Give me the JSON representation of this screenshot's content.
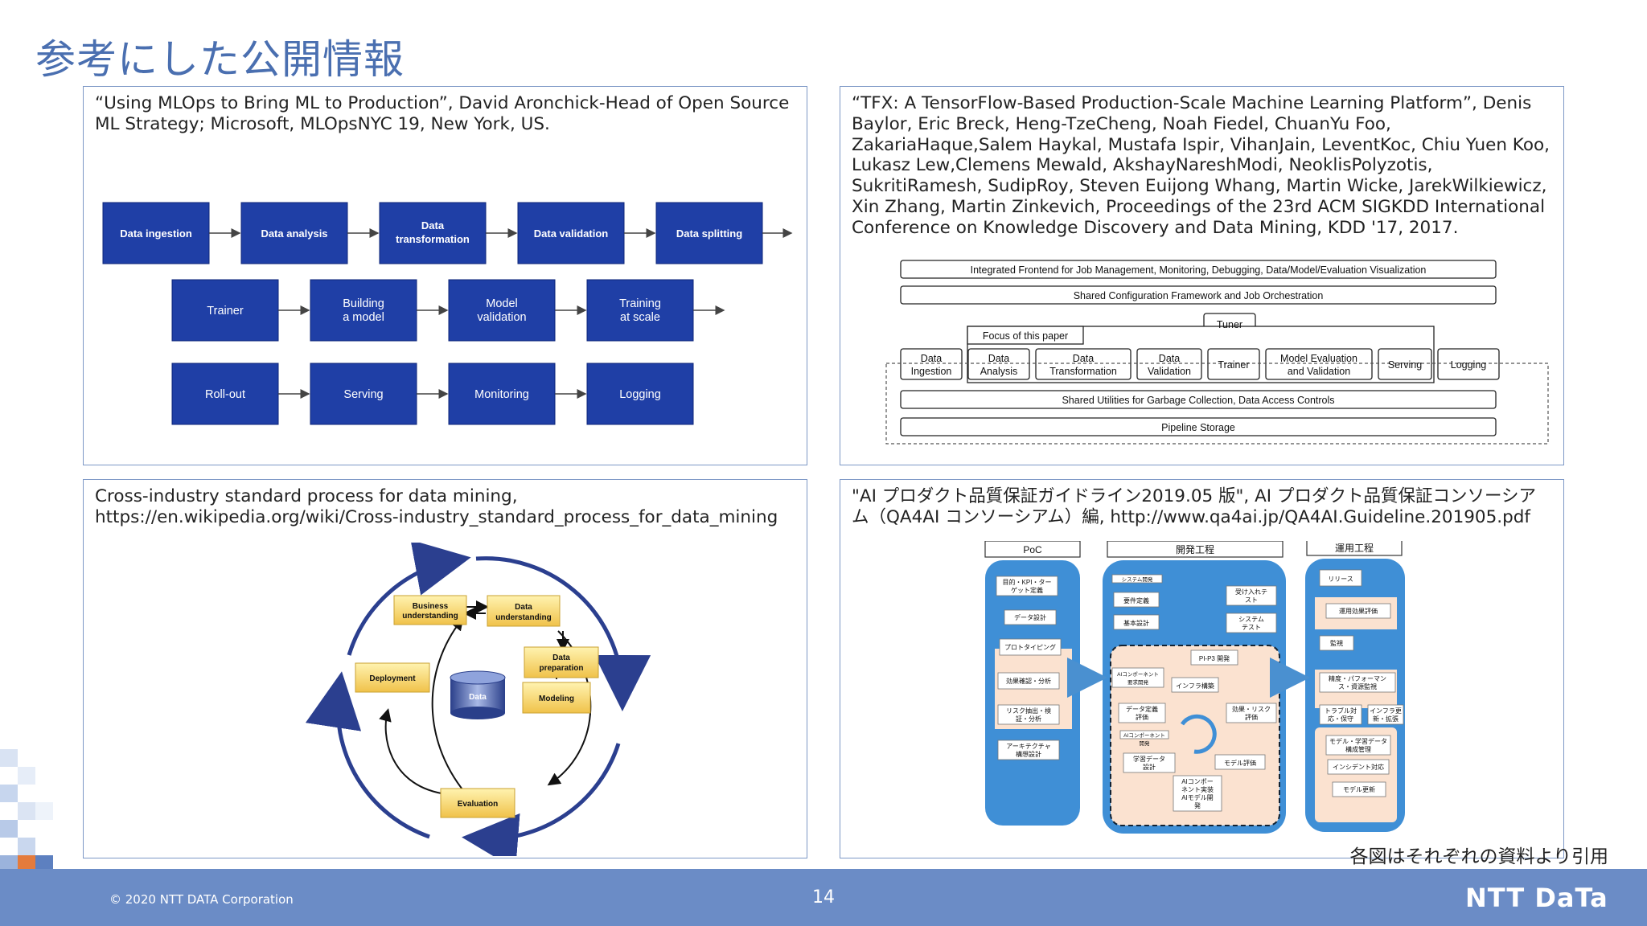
{
  "page": {
    "title": "参考にした公開情報",
    "footer_copyright": "© 2020 NTT DATA Corporation",
    "page_number": "14",
    "logo_text": "NTT DaTa",
    "note": "各図はそれぞれの資料より引用"
  },
  "panels": {
    "mlops": {
      "citation": "“Using MLOps to Bring ML to Production”, David Aronchick-Head of Open Source ML Strategy; Microsoft, MLOpsNYC 19, New York, US.",
      "row1": [
        "Data ingestion",
        "Data analysis",
        "Data",
        "transformation",
        "Data validation",
        "Data splitting"
      ],
      "row2": [
        "Trainer",
        "Building",
        "a model",
        "Model",
        "validation",
        "Training",
        "at scale"
      ],
      "row3": [
        "Roll-out",
        "Serving",
        "Monitoring",
        "Logging"
      ]
    },
    "tfx": {
      "citation": "“TFX: A TensorFlow-Based Production-Scale Machine Learning Platform”, Denis Baylor, Eric Breck, Heng-TzeCheng, Noah Fiedel, ChuanYu Foo, ZakariaHaque,Salem Haykal, Mustafa Ispir, VihanJain, LeventKoc, Chiu Yuen Koo, Lukasz Lew,Clemens Mewald, AkshayNareshModi, NeoklisPolyzotis, SukritiRamesh, SudipRoy, Steven Euijong Whang, Martin Wicke, JarekWilkiewicz, Xin Zhang, Martin Zinkevich, Proceedings of the 23rd ACM SIGKDD International Conference on Knowledge Discovery and Data Mining, KDD '17, 2017.",
      "frontend": "Integrated Frontend for Job Management, Monitoring, Debugging, Data/Model/Evaluation Visualization",
      "config": "Shared Configuration Framework and Job Orchestration",
      "tuner": "Tuner",
      "focus": "Focus of this paper",
      "components": [
        "Data",
        "Ingestion",
        "Data",
        "Analysis",
        "Data",
        "Transformation",
        "Data",
        "Validation",
        "Trainer",
        "Model Evaluation",
        "and Validation",
        "Serving",
        "Logging"
      ],
      "utilities": "Shared Utilities for Garbage Collection, Data Access Controls",
      "storage": "Pipeline Storage"
    },
    "crisp": {
      "citation": "Cross-industry standard process for data mining, https://en.wikipedia.org/wiki/Cross-industry_standard_process_for_data_mining",
      "labels": [
        "Business",
        "understanding",
        "Data",
        "understanding",
        "Data",
        "preparation",
        "Modeling",
        "Evaluation",
        "Deployment",
        "Data"
      ]
    },
    "qa4ai": {
      "citation": "\"AI プロダクト品質保証ガイドライン2019.05 版\", AI プロダクト品質保証コンソーシアム（QA4AI コンソーシアム）編, http://www.qa4ai.jp/QA4AI.Guideline.201905.pdf",
      "col_headers": [
        "PoC",
        "開発工程",
        "運用工程"
      ],
      "poc_items": [
        "目的・KPI・ター",
        "ゲット定義",
        "データ設計",
        "プロトタイピング",
        "効果確認・分析",
        "リスク抽出・検",
        "証・分析",
        "アーキテクチャ",
        "構想設計"
      ],
      "dev_items": [
        "システム開発",
        "要件定義",
        "基本設計",
        "受け入れテ",
        "スト",
        "システム",
        "テスト",
        "PI-P3 開発",
        "AIコンポーネント",
        "要求開発",
        "インフラ構築",
        "データ定義",
        "評価",
        "効果・リスク",
        "評価",
        "AIコンポーネント",
        "開発",
        "学習データ",
        "設計",
        "モデル評価",
        "AIコンポー",
        "ネント実装",
        "AIモデル開",
        "発"
      ],
      "ops_items": [
        "リリース",
        "運用効果評価",
        "監視",
        "精度・パフォーマン",
        "ス・資源監視",
        "トラブル対",
        "応・保守",
        "インフラ更",
        "新・拡張",
        "モデル・学習データ",
        "構成管理",
        "インシデント対応",
        "モデル更新"
      ]
    }
  }
}
